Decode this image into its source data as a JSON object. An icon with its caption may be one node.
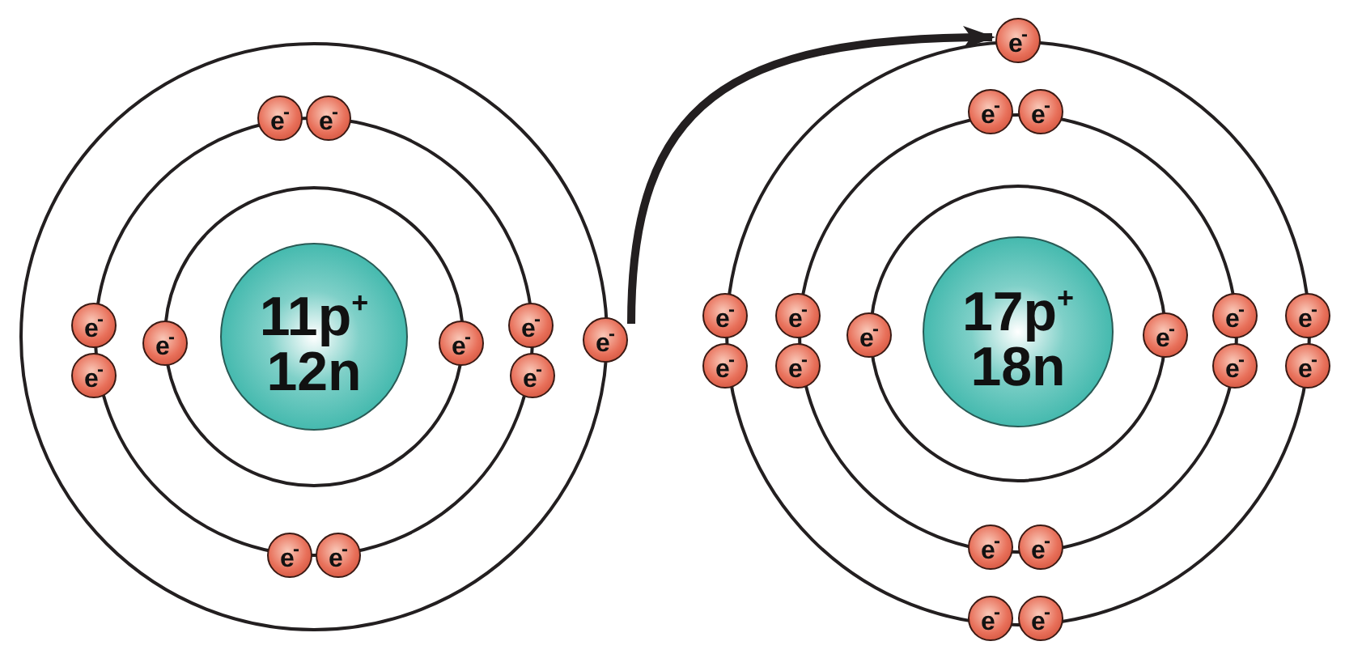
{
  "diagram": {
    "nodes": [
      {
        "text": [
          "11p$^{+}$ 12n"
        ]
      },
      {
        "text": [
          "e$^{-}$"
        ]
      },
      {
        "text": [
          "e$^{-}$"
        ]
      },
      {
        "text": [
          "e$^{-}$"
        ]
      },
      {
        "text": [
          "e$^{-}$"
        ]
      },
      {
        "text": [
          "e$^{-}$"
        ]
      },
      {
        "text": [
          "e$^{-}$"
        ]
      },
      {
        "text": [
          "e$^{-}$"
        ]
      },
      {
        "text": [
          "e$^{-}$"
        ]
      },
      {
        "text": [
          "e$^{-}$"
        ]
      },
      {
        "text": [
          "e$^{-}$"
        ]
      },
      {
        "text": [
          "e$^{-}$"
        ]
      },
      {
        "text": [
          "17p$^{+}$ 18n"
        ]
      },
      {
        "text": [
          "e$^{-}$"
        ]
      },
      {
        "text": [
          "e$^{-}$"
        ]
      },
      {
        "text": [
          "e$^{-}$"
        ]
      },
      {
        "text": [
          "e$^{-}$"
        ]
      },
      {
        "text": [
          "e$^{-}$"
        ]
      },
      {
        "text": [
          "e$^{-}$"
        ]
      },
      {
        "text": [
          "e$^{-}$"
        ]
      },
      {
        "text": [
          "e$^{-}$"
        ]
      },
      {
        "text": [
          "e$^{-}$"
        ]
      },
      {
        "text": [
          "e$^{-}$"
        ]
      },
      {
        "text": [
          "e$^{-}$"
        ]
      },
      {
        "text": [
          "e$^{-}$"
        ]
      },
      {
        "text": [
          "e$^{-}$"
        ]
      },
      {
        "text": [
          "e$^{-}$"
        ]
      },
      {
        "text": [
          "e$^{-}$"
        ]
      },
      {
        "text": [
          "e$^{-}$"
        ]
      },
      {
        "text": [
          "e$^{-}$"
        ]
      }
    ],
    "edges": [
      {
        "from": 9,
        "to": 13,
        "arrow": "to"
      }
    ]
  }
}
